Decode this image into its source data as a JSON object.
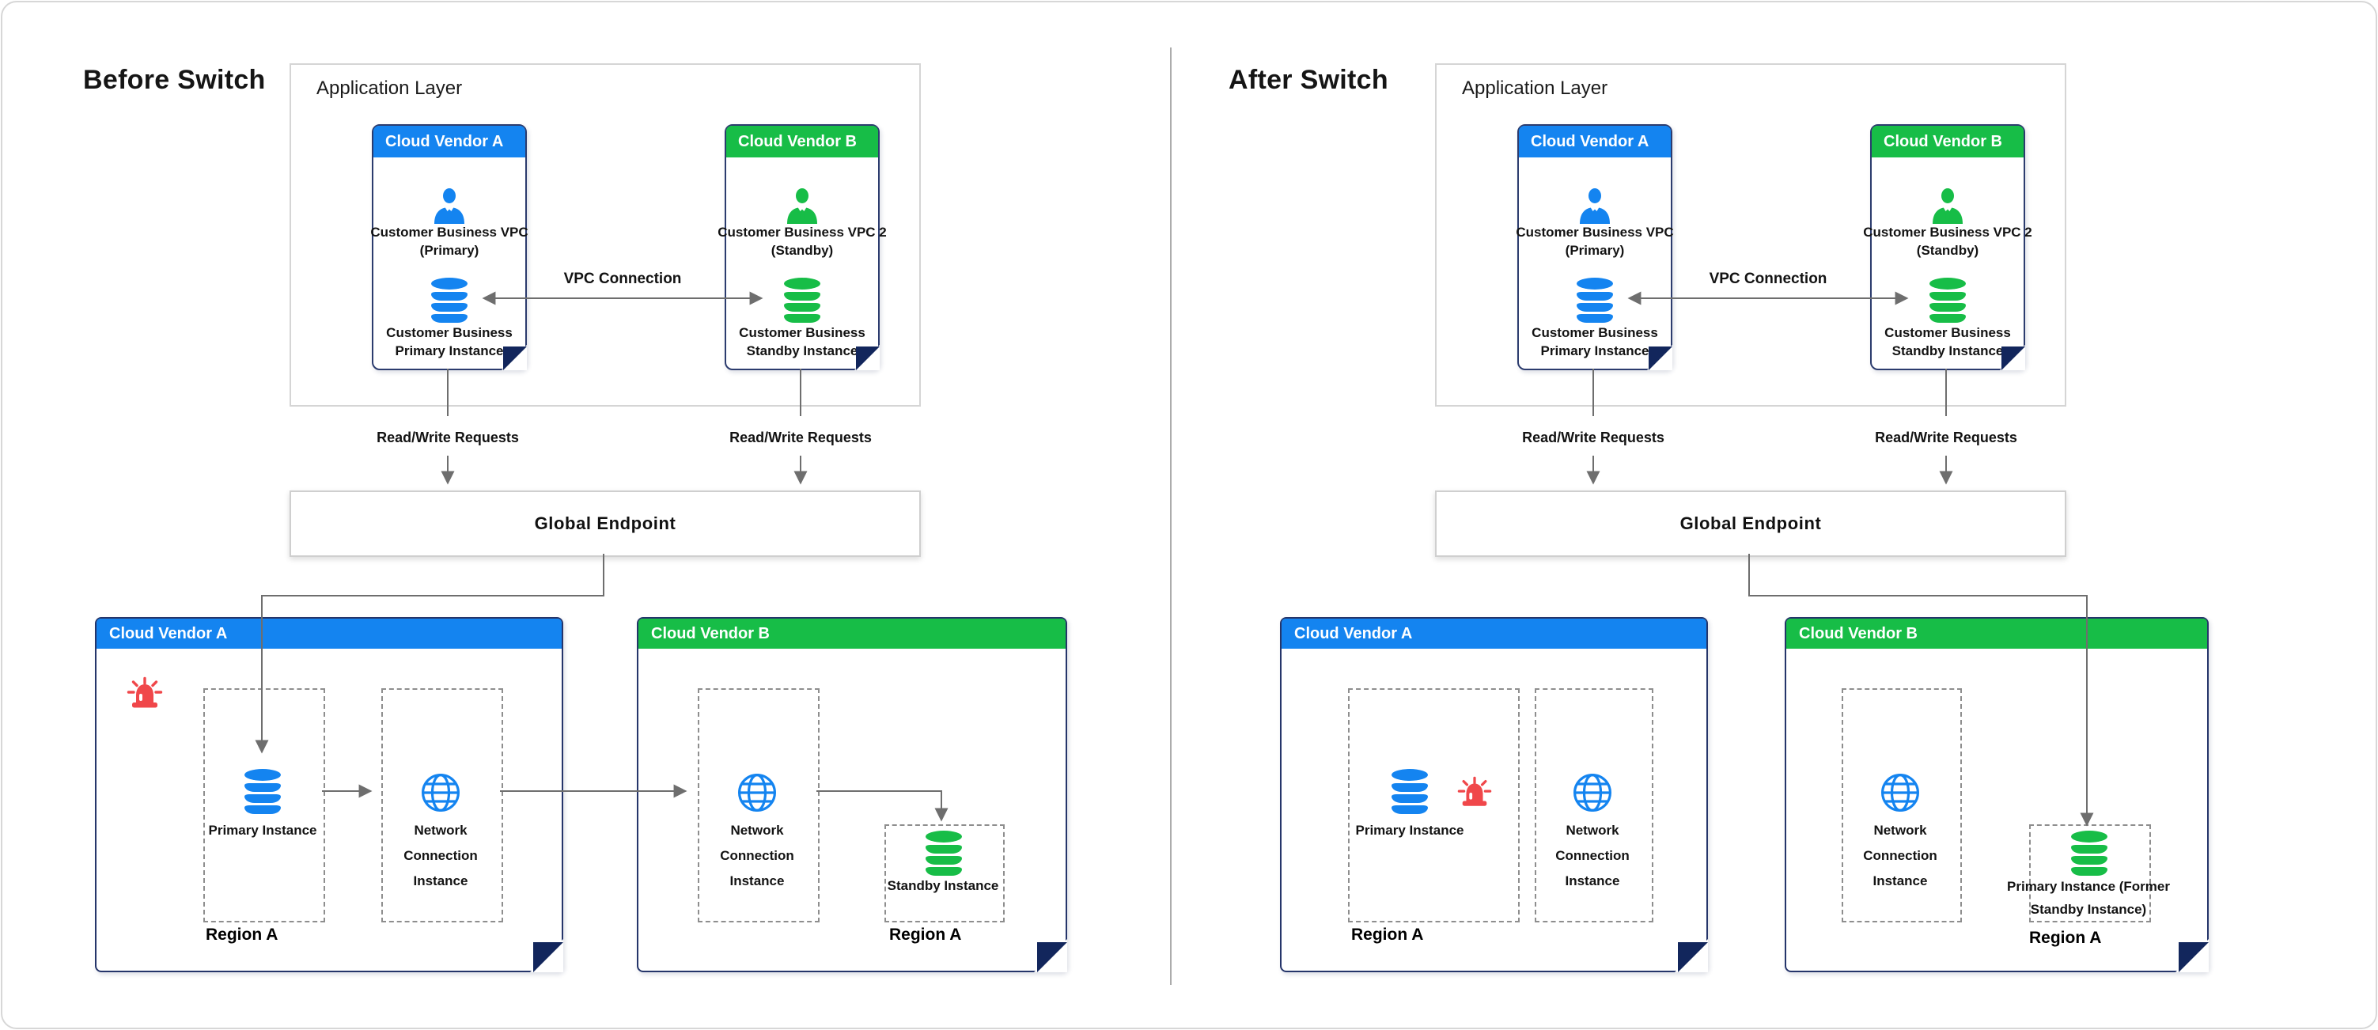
{
  "colors": {
    "vendor_a_blue": "#1484F0",
    "vendor_b_green": "#17BD47",
    "fold_navy": "#12265C",
    "card_border_navy": "#2C3C6E",
    "connector_gray": "#6E6E6E",
    "alarm_red": "#F0474A"
  },
  "before": {
    "title": "Before Switch",
    "app_layer_label": "Application Layer",
    "vendor_a_card": {
      "header": "Cloud Vendor A",
      "vpc_line1": "Customer Business VPC",
      "vpc_line2": "(Primary)",
      "db_line1": "Customer Business",
      "db_line2": "Primary Instance"
    },
    "vendor_b_card": {
      "header": "Cloud Vendor B",
      "vpc_line1": "Customer Business VPC 2",
      "vpc_line2": "(Standby)",
      "db_line1": "Customer Business",
      "db_line2": "Standby Instance"
    },
    "vpc_connection_label": "VPC Connection",
    "rw_label_left": "Read/Write Requests",
    "rw_label_right": "Read/Write Requests",
    "global_endpoint_label": "Global Endpoint",
    "region_a": {
      "header": "Cloud Vendor A",
      "primary_label": "Primary Instance",
      "nci_line1": "Network",
      "nci_line2": "Connection",
      "nci_line3": "Instance",
      "region_label": "Region A"
    },
    "region_b": {
      "header": "Cloud Vendor B",
      "nci_line1": "Network",
      "nci_line2": "Connection",
      "nci_line3": "Instance",
      "standby_label": "Standby Instance",
      "region_label": "Region A"
    }
  },
  "after": {
    "title": "After Switch",
    "app_layer_label": "Application Layer",
    "vendor_a_card": {
      "header": "Cloud Vendor A",
      "vpc_line1": "Customer Business VPC",
      "vpc_line2": "(Primary)",
      "db_line1": "Customer Business",
      "db_line2": "Primary Instance"
    },
    "vendor_b_card": {
      "header": "Cloud Vendor B",
      "vpc_line1": "Customer Business VPC 2",
      "vpc_line2": "(Standby)",
      "db_line1": "Customer Business",
      "db_line2": "Standby Instance"
    },
    "vpc_connection_label": "VPC Connection",
    "rw_label_left": "Read/Write Requests",
    "rw_label_right": "Read/Write Requests",
    "global_endpoint_label": "Global Endpoint",
    "region_a": {
      "header": "Cloud Vendor A",
      "primary_label": "Primary Instance",
      "nci_line1": "Network",
      "nci_line2": "Connection",
      "nci_line3": "Instance",
      "region_label": "Region A"
    },
    "region_b": {
      "header": "Cloud Vendor B",
      "nci_line1": "Network",
      "nci_line2": "Connection",
      "nci_line3": "Instance",
      "former_line1": "Primary Instance (Former",
      "former_line2": "Standby Instance)",
      "region_label": "Region A"
    }
  }
}
